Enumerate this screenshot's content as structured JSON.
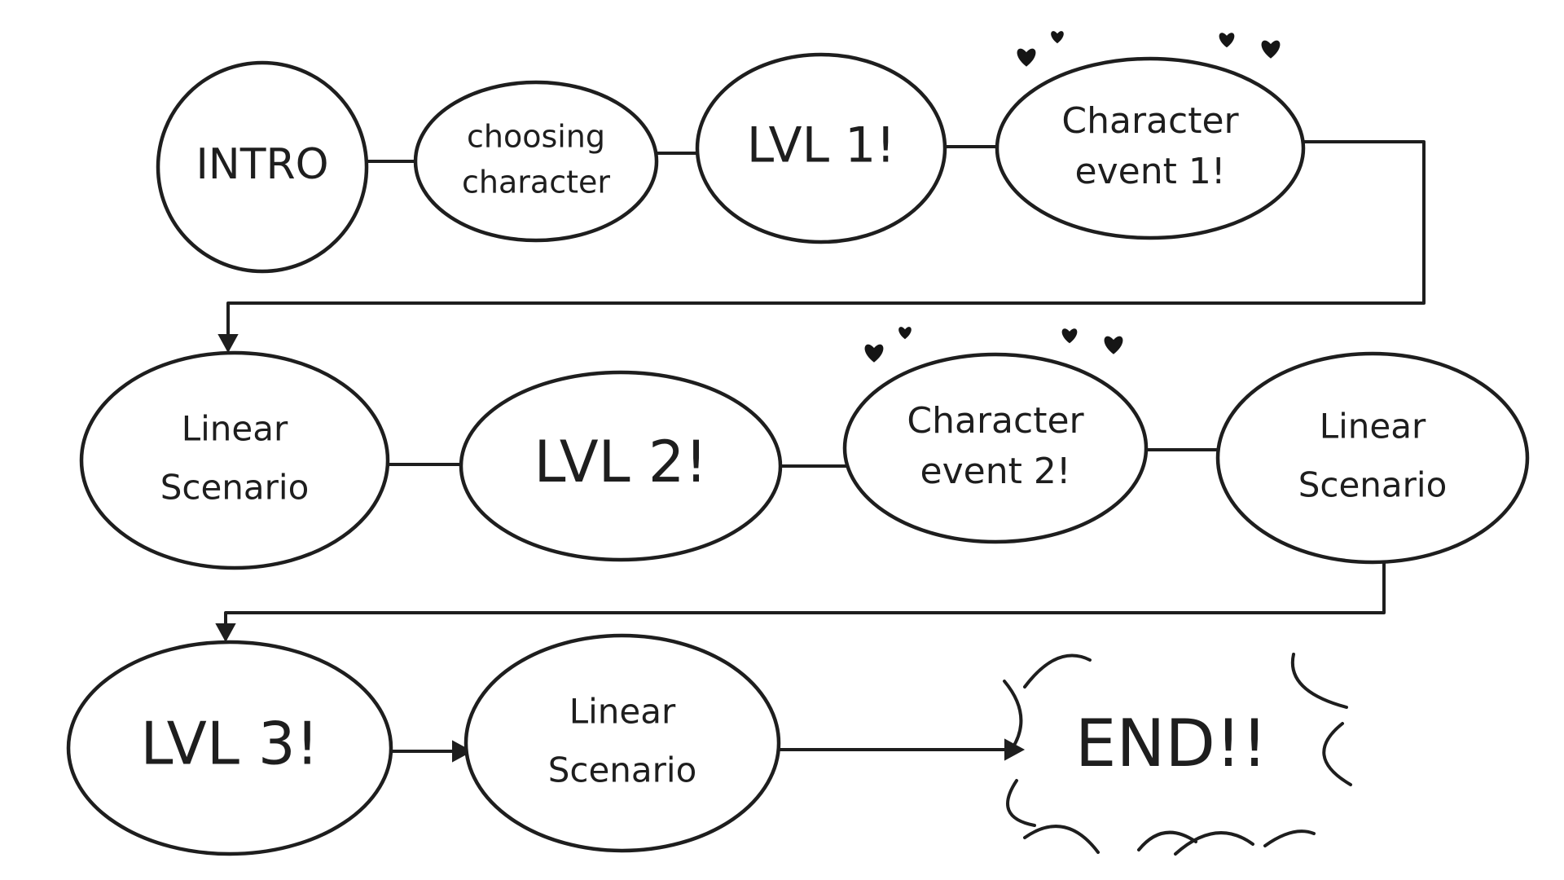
{
  "diagram": {
    "nodes": [
      {
        "id": "intro",
        "lines": [
          "INTRO"
        ],
        "shape": "ellipse",
        "hearts": false
      },
      {
        "id": "choosing",
        "lines": [
          "choosing",
          "character"
        ],
        "shape": "ellipse",
        "hearts": false
      },
      {
        "id": "lvl1",
        "lines": [
          "LVL 1!"
        ],
        "shape": "ellipse",
        "hearts": false
      },
      {
        "id": "event1",
        "lines": [
          "Character",
          "event 1!"
        ],
        "shape": "ellipse",
        "hearts": true
      },
      {
        "id": "linear1",
        "lines": [
          "Linear",
          "Scenario"
        ],
        "shape": "ellipse",
        "hearts": false
      },
      {
        "id": "lvl2",
        "lines": [
          "LVL 2!"
        ],
        "shape": "ellipse",
        "hearts": false
      },
      {
        "id": "event2",
        "lines": [
          "Character",
          "event 2!"
        ],
        "shape": "ellipse",
        "hearts": true
      },
      {
        "id": "linear2",
        "lines": [
          "Linear",
          "Scenario"
        ],
        "shape": "ellipse",
        "hearts": false
      },
      {
        "id": "lvl3",
        "lines": [
          "LVL 3!"
        ],
        "shape": "ellipse",
        "hearts": false
      },
      {
        "id": "linear3",
        "lines": [
          "Linear",
          "Scenario"
        ],
        "shape": "ellipse",
        "hearts": false
      },
      {
        "id": "end",
        "lines": [
          "END!!"
        ],
        "shape": "burst",
        "hearts": false
      }
    ],
    "edges": [
      {
        "from": "intro",
        "to": "choosing",
        "arrow": false
      },
      {
        "from": "choosing",
        "to": "lvl1",
        "arrow": false
      },
      {
        "from": "lvl1",
        "to": "event1",
        "arrow": false
      },
      {
        "from": "event1",
        "to": "linear1",
        "arrow": true,
        "route": "wrap"
      },
      {
        "from": "linear1",
        "to": "lvl2",
        "arrow": false
      },
      {
        "from": "lvl2",
        "to": "event2",
        "arrow": false
      },
      {
        "from": "event2",
        "to": "linear2",
        "arrow": false
      },
      {
        "from": "linear2",
        "to": "lvl3",
        "arrow": true,
        "route": "wrap"
      },
      {
        "from": "lvl3",
        "to": "linear3",
        "arrow": true
      },
      {
        "from": "linear3",
        "to": "end",
        "arrow": true
      }
    ],
    "colors": {
      "stroke": "#1e1e1e",
      "background": "#ffffff",
      "heart": "#151515"
    }
  }
}
